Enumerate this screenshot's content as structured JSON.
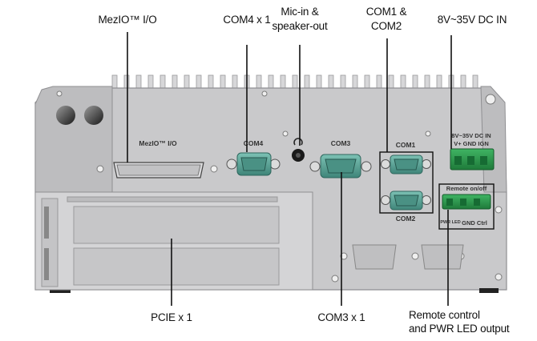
{
  "callouts": {
    "mezio": "MezIO™ I/O",
    "com4": "COM4 x 1",
    "mic_line1": "Mic-in &",
    "mic_line2": "speaker-out",
    "com12_line1": "COM1 &",
    "com12_line2": "COM2",
    "dcin": "8V~35V DC IN",
    "pcie": "PCIE x 1",
    "com3": "COM3 x 1",
    "remote_line1": "Remote control",
    "remote_line2": "and PWR LED output"
  },
  "panel_labels": {
    "mezio": "MezIO™ I/O",
    "com4": "COM4",
    "com3": "COM3",
    "com1": "COM1",
    "com2": "COM2",
    "dcin_title": "8V~35V DC IN",
    "dcin_pins": "V+  GND IGN",
    "remote_title": "Remote on/off",
    "pwr_led": "PWR LED",
    "remote_pins": "GND  Ctrl"
  },
  "colors": {
    "chassis": "#c9c9cb",
    "chassis_dark": "#b4b4b6",
    "connector_teal": "#5a9f94",
    "terminal_green": "#2f9a4e",
    "line": "#111111"
  }
}
